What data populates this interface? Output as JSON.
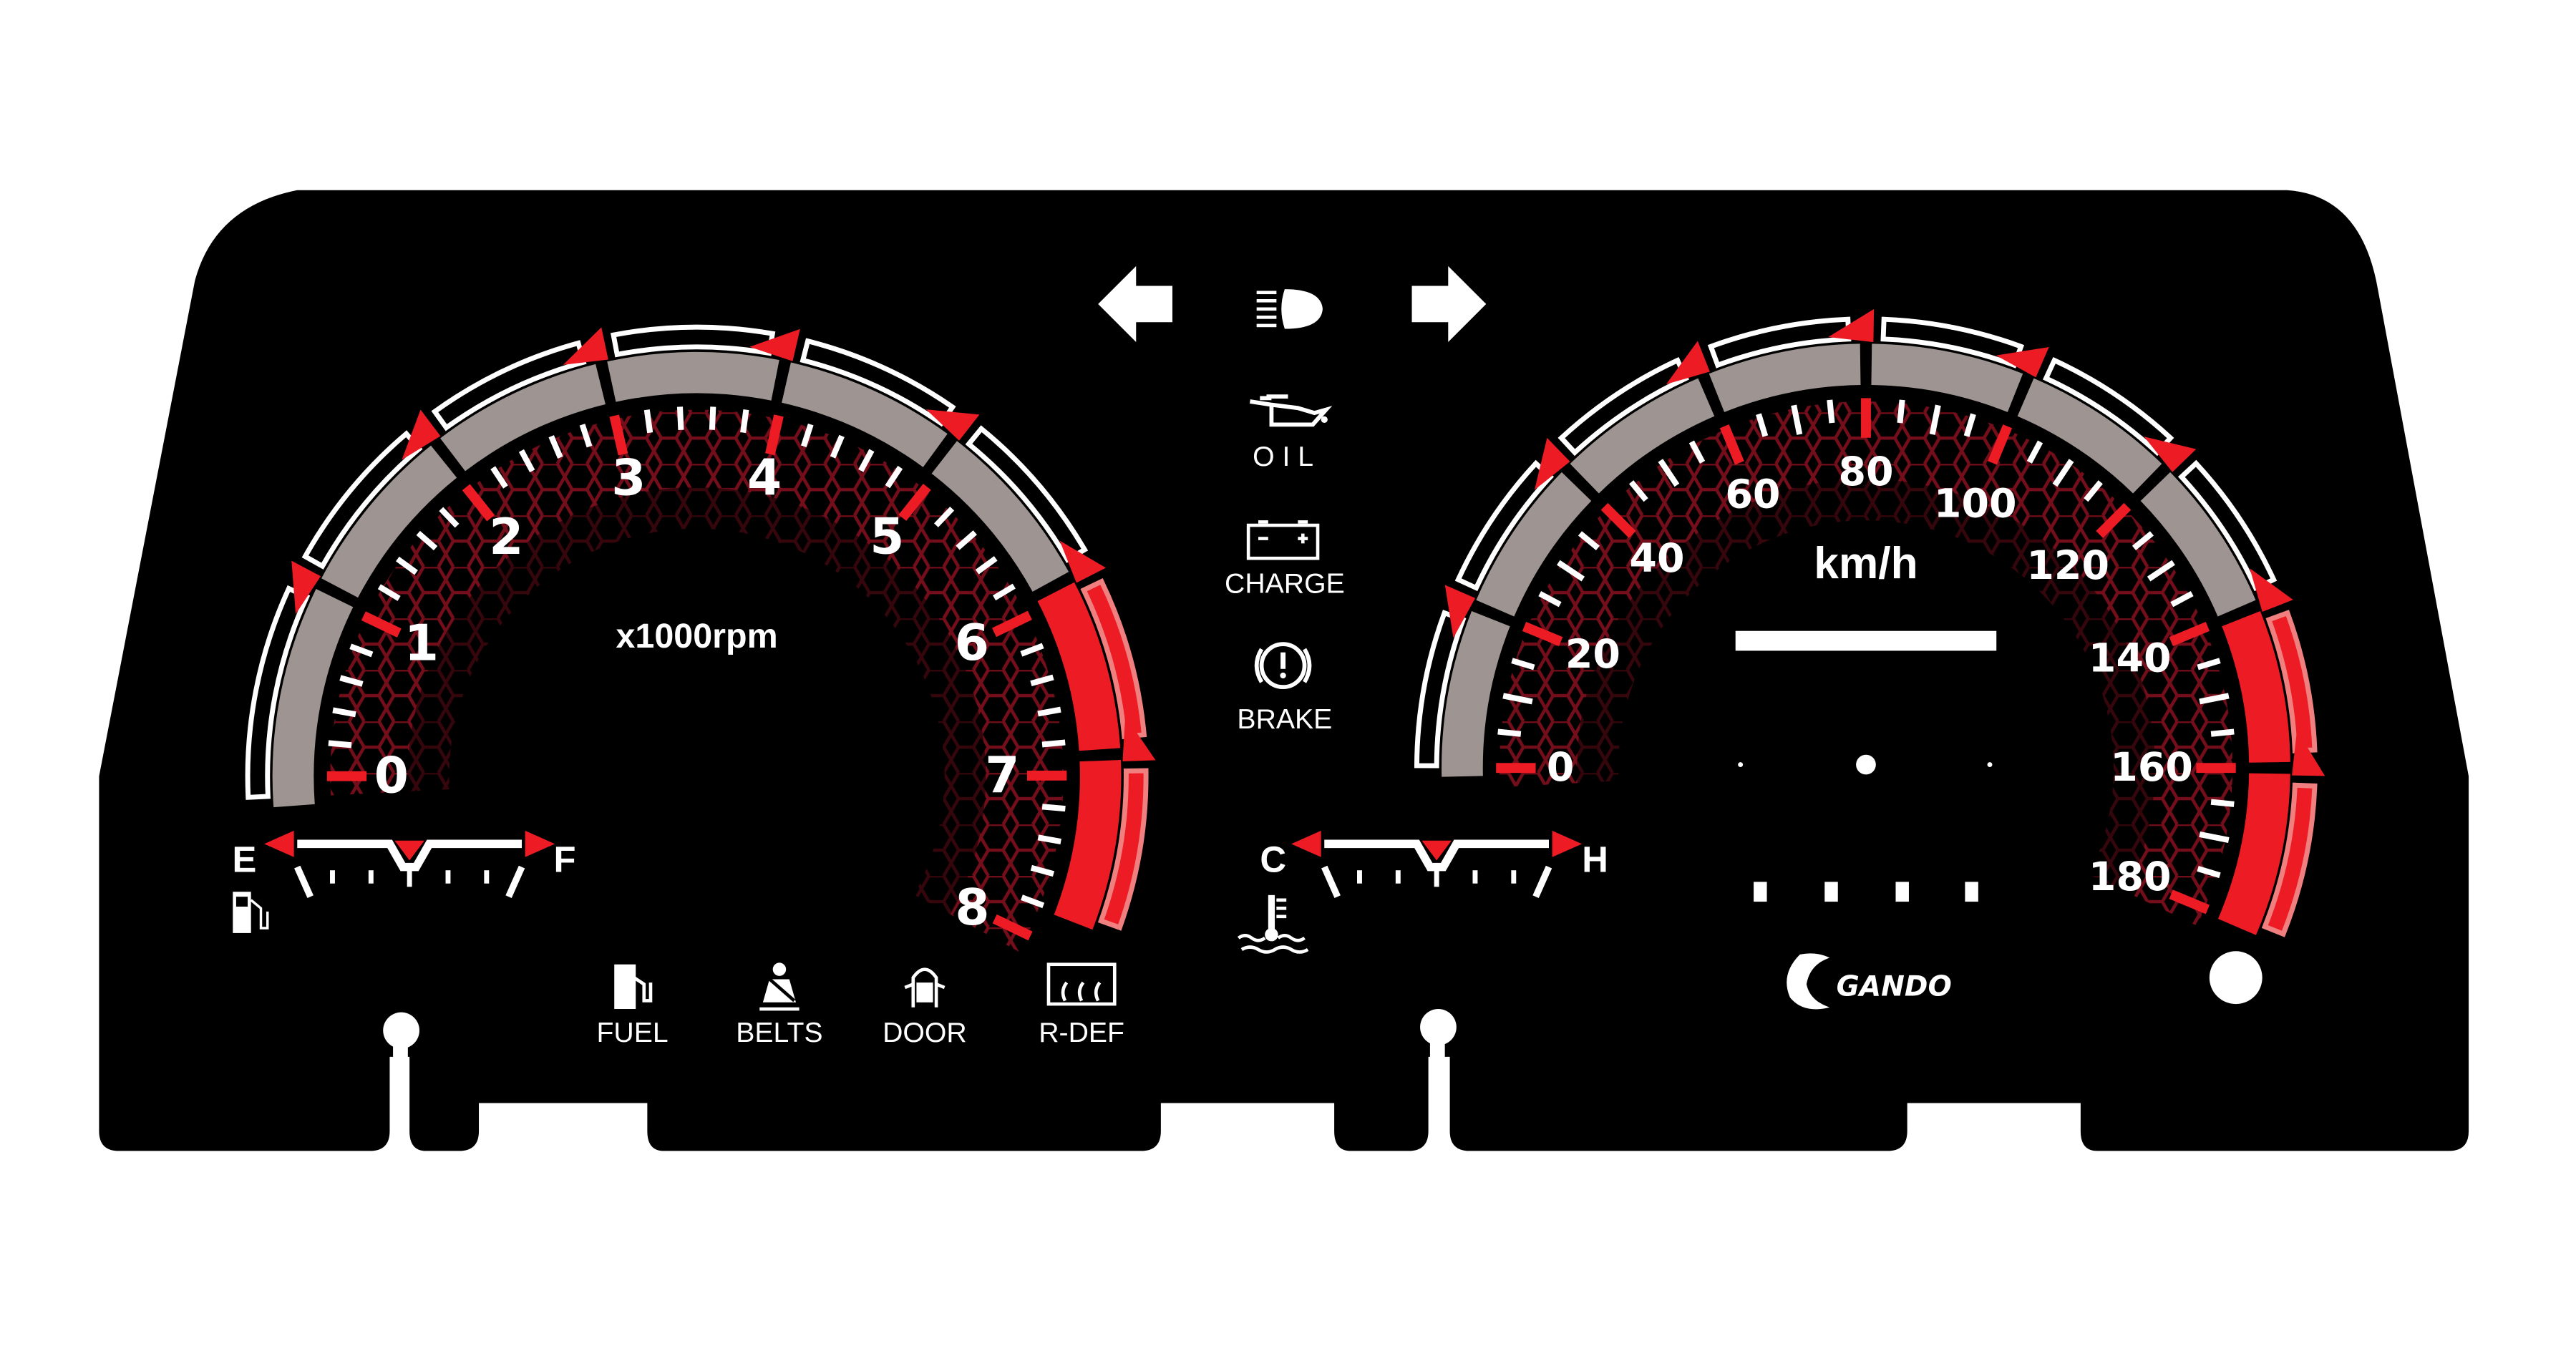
{
  "colors": {
    "panel": "#000000",
    "accent": "#ed1c24",
    "band": "#9e9592",
    "redline_outline": "#f08080",
    "hex": "#7a0f1a",
    "white": "#ffffff"
  },
  "indicators": {
    "turn_left": "arrow-left-icon",
    "headlight": "high-beam-icon",
    "turn_right": "arrow-right-icon",
    "oil_label": "O I L",
    "charge_label": "CHARGE",
    "brake_label": "BRAKE"
  },
  "bottom_lamps": [
    {
      "icon": "fuel-icon",
      "label": "FUEL"
    },
    {
      "icon": "seatbelt-icon",
      "label": "BELTS"
    },
    {
      "icon": "door-icon",
      "label": "DOOR"
    },
    {
      "icon": "rear-defrost-icon",
      "label": "R-DEF"
    }
  ],
  "tachometer": {
    "unit_label": "x1000rpm",
    "min": 0,
    "max": 8,
    "minor_step": 0.2,
    "labels": [
      "0",
      "1",
      "2",
      "3",
      "4",
      "5",
      "6",
      "7",
      "8"
    ],
    "redline_from": 6.3
  },
  "speedometer": {
    "unit_label": "km/h",
    "min": 0,
    "max": 180,
    "minor_step": 5,
    "labels": [
      "0",
      "20",
      "40",
      "60",
      "80",
      "100",
      "120",
      "140",
      "160",
      "180"
    ],
    "redline_from": 130
  },
  "fuel_gauge": {
    "empty_label": "E",
    "full_label": "F",
    "icon": "fuel-pump-icon"
  },
  "temp_gauge": {
    "cold_label": "C",
    "hot_label": "H",
    "icon": "coolant-temp-icon"
  },
  "brand": {
    "logo_text": "GANDO"
  }
}
